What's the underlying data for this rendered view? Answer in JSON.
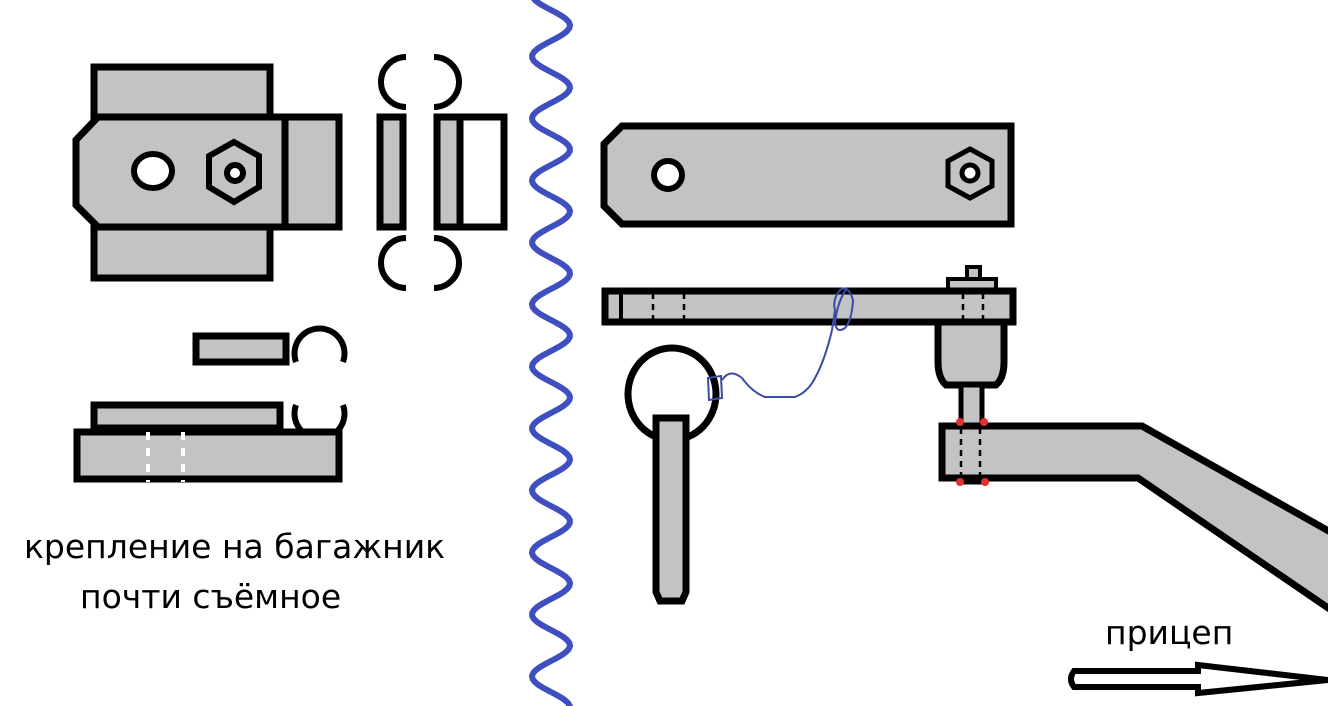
{
  "labels": {
    "mount_line1": "крепление на багажник",
    "mount_line2": "почти съёмное",
    "trailer": "прицеп"
  },
  "colors": {
    "part_fill": "#c3c3c3",
    "outline": "#000000",
    "divider_wave": "#3f4fbf",
    "wire": "#3b4aa8",
    "weld_points": "#e03030"
  }
}
